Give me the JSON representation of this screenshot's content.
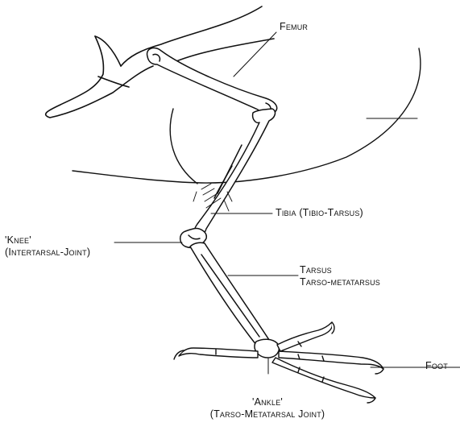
{
  "labels": {
    "femur": "Femur",
    "tibia": "Tibia (Tibio-Tarsus)",
    "knee_line1": "'Knee'",
    "knee_line2": "(Intertarsal-Joint)",
    "tarsus_line1": "Tarsus",
    "tarsus_line2": "Tarso-metatarsus",
    "foot": "Foot",
    "ankle_line1": "'Ankle'",
    "ankle_line2": "(Tarso-Metatarsal Joint)"
  },
  "colors": {
    "ink": "#111111",
    "background": "#ffffff"
  }
}
